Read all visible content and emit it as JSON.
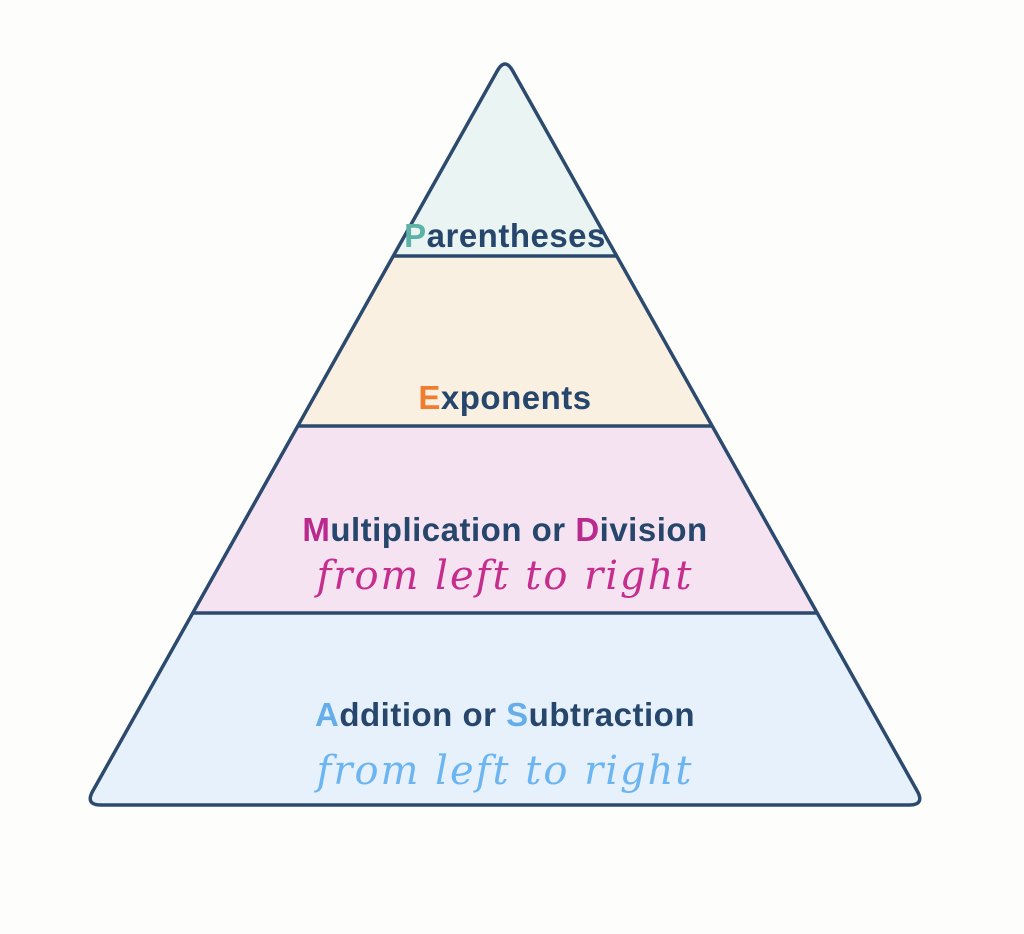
{
  "colors": {
    "background": "#fdfdfb",
    "outline": "#2c4a6e",
    "navy": "#27466b"
  },
  "tiers": [
    {
      "id": "parentheses",
      "bg": "#eaf4f2",
      "accent": "#5cb2a6",
      "initial": "P",
      "rest": "arentheses"
    },
    {
      "id": "exponents",
      "bg": "#faf0e2",
      "accent": "#ee7d2f",
      "initial": "E",
      "rest": "xponents"
    },
    {
      "id": "multiplication-or-division",
      "bg": "#f5e3f2",
      "accent": "#b82a8b",
      "initial1": "M",
      "part1": "ultiplication or ",
      "initial2": "D",
      "part2": "ivision",
      "note": "from left to right",
      "note_color": "#c62e8d"
    },
    {
      "id": "addition-or-subtraction",
      "bg": "#e6f1fb",
      "accent": "#66aeea",
      "initial1": "A",
      "part1": "ddition or ",
      "initial2": "S",
      "part2": "ubtraction",
      "note": "from left to right",
      "note_color": "#6db5f1"
    }
  ]
}
